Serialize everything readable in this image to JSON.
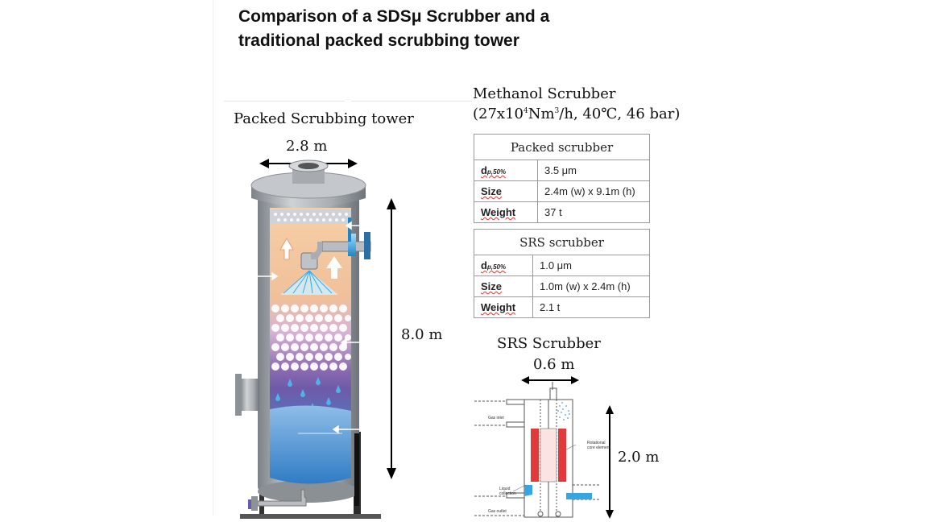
{
  "title": {
    "line1": "Comparison of a SDSμ Scrubber and a",
    "line2": "traditional packed scrubbing tower"
  },
  "packed_tower": {
    "label": "Packed Scrubbing tower",
    "width_dim": "2.8 m",
    "height_dim": "8.0 m"
  },
  "methanol": {
    "title_line1": "Methanol Scrubber",
    "title_line2_a": "(27x10",
    "title_line2_sup1": "4",
    "title_line2_b": "Nm",
    "title_line2_sup2": "3",
    "title_line2_c": "/h, 40℃, 46 bar)"
  },
  "packed_table": {
    "header": "Packed scrubber",
    "rows": [
      {
        "key_main": "d",
        "key_sub": "p,50%",
        "value": "3.5 μm"
      },
      {
        "key_main": "Size",
        "value": "2.4m (w) x 9.1m (h)"
      },
      {
        "key_main": "Weight",
        "value": "37 t"
      }
    ]
  },
  "srs_table": {
    "header": "SRS scrubber",
    "rows": [
      {
        "key_main": "d",
        "key_sub": "p,50%",
        "value": "1.0 μm"
      },
      {
        "key_main": "Size",
        "value": "1.0m (w) x 2.4m (h)"
      },
      {
        "key_main": "Weight",
        "value": "2.1 t"
      }
    ]
  },
  "srs_diagram": {
    "label": "SRS Scrubber",
    "width_dim": "0.6 m",
    "height_dim": "2.0 m",
    "gas_inlet": "Gas inlet",
    "rotational_line1": "Rotational",
    "rotational_line2": "core element",
    "liquid_line1": "Liquid",
    "liquid_line2": "collection",
    "gas_outlet": "Gas outlet"
  },
  "colors": {
    "shell": "#9ea3a8",
    "upper_fill": "#f3c9a0",
    "purple_fill": "#8a6ab0",
    "water": "#3f8fd0",
    "pipe_blue": "#35a6e0",
    "red_core": "#e23a3a"
  }
}
